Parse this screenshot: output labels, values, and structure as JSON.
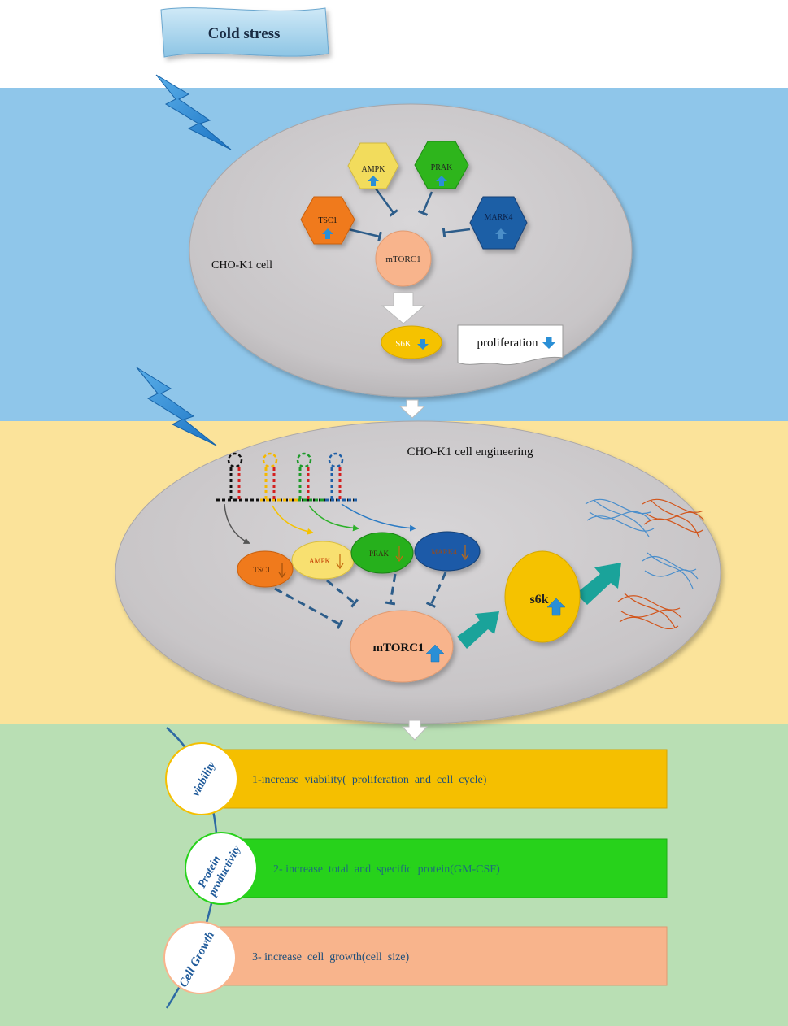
{
  "banner": {
    "label": "Cold stress"
  },
  "panel_top": {
    "cell_label": "CHO-K1 cell",
    "hub": "mTORC1",
    "regulators": [
      {
        "name": "AMPK",
        "color": "#f2dc5c",
        "text_color": "#222222",
        "change": "up"
      },
      {
        "name": "PRAK",
        "color": "#2fb51d",
        "text_color": "#222222",
        "change": "up"
      },
      {
        "name": "TSC1",
        "color": "#f07a1e",
        "text_color": "#111111",
        "change": "up"
      },
      {
        "name": "MARK4",
        "color": "#1f5fa6",
        "text_color": "#0b1f44",
        "change": "up"
      }
    ],
    "downstream": {
      "name": "S6K",
      "change": "down"
    },
    "outcome": {
      "label": "proliferation",
      "change": "down"
    }
  },
  "panel_middle": {
    "title": "CHO-K1 cell engineering",
    "knockdowns": [
      {
        "name": "TSC1",
        "color": "#f07a1e",
        "change": "down"
      },
      {
        "name": "AMPK",
        "color": "#f5d34a",
        "change": "down"
      },
      {
        "name": "PRAK",
        "color": "#27b01f",
        "change": "down"
      },
      {
        "name": "MARK4",
        "color": "#1a5aa8",
        "change": "down"
      }
    ],
    "hairpin_colors": [
      "#111111",
      "#f5b800",
      "#1e9a2a",
      "#1f5fa6"
    ],
    "hub": {
      "name": "mTORC1",
      "change": "up"
    },
    "downstream": {
      "name": "s6k",
      "change": "up"
    }
  },
  "panel_bottom": {
    "outcomes": [
      {
        "tag": "viability",
        "text": "1-increase  viability(  proliferation  and  cell  cycle)",
        "bar_color": "#f5bf00",
        "text_color": "#1e4f7a"
      },
      {
        "tag": "Protein productivity",
        "text": "2- increase  total  and  specific  protein(GM-CSF)",
        "bar_color": "#27d21b",
        "text_color": "#1e6f7a"
      },
      {
        "tag": "Cell Growth",
        "text": "3- increase  cell  growth(cell  size)",
        "bar_color": "#f8b48c",
        "text_color": "#1e4f7a"
      }
    ]
  },
  "colors": {
    "band_top": "#8fc6ea",
    "band_middle": "#fbe39a",
    "band_bottom": "#b9dfb4",
    "cell": "#cdcacc",
    "arrow_blue": "#2a8fd6",
    "teal_arrow": "#1aa39a",
    "inhibit_line": "#2d5d8a"
  }
}
